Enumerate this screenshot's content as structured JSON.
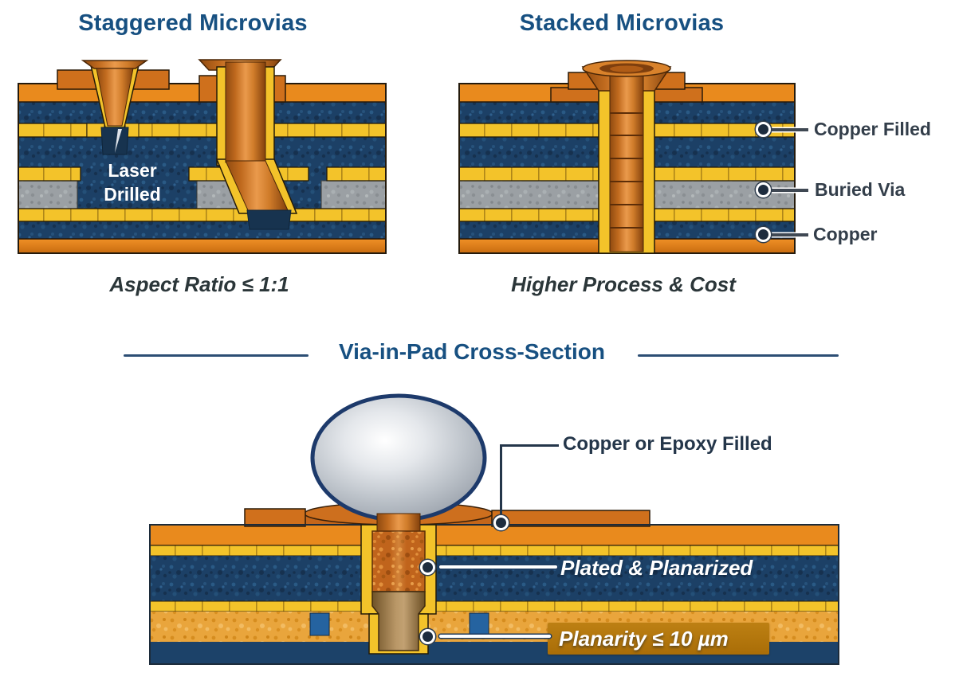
{
  "figure": {
    "staggered": {
      "title": "Staggered Microvias",
      "laser_label": [
        "Laser",
        "Drilled"
      ],
      "caption": "Aspect Ratio ≤ 1:1"
    },
    "stacked": {
      "title": "Stacked Microvias",
      "caption": "Higher Process & Cost",
      "labels": [
        {
          "text": "Copper Filled"
        },
        {
          "text": "Buried Via"
        },
        {
          "text": "Copper"
        }
      ]
    },
    "via_in_pad": {
      "title": "Via-in-Pad Cross-Section",
      "labels": {
        "fill": "Copper or Epoxy Filled",
        "plated": "Plated & Planarized",
        "planarity": "Planarity ≤ 10 µm"
      }
    }
  },
  "palette": {
    "title_blue": "#175081",
    "label_dark": "#333e4a",
    "caption_dark": "#2b3639",
    "copper_via": "#c0641c",
    "pad_orange": "#e98a1d",
    "trace_yellow": "#f3c32a",
    "substrate_navy": "#1c4066",
    "core_gray": "#9ba0a4",
    "solder_ball_gray": "#bec4cb",
    "planarity_badge": "#a96d07"
  }
}
